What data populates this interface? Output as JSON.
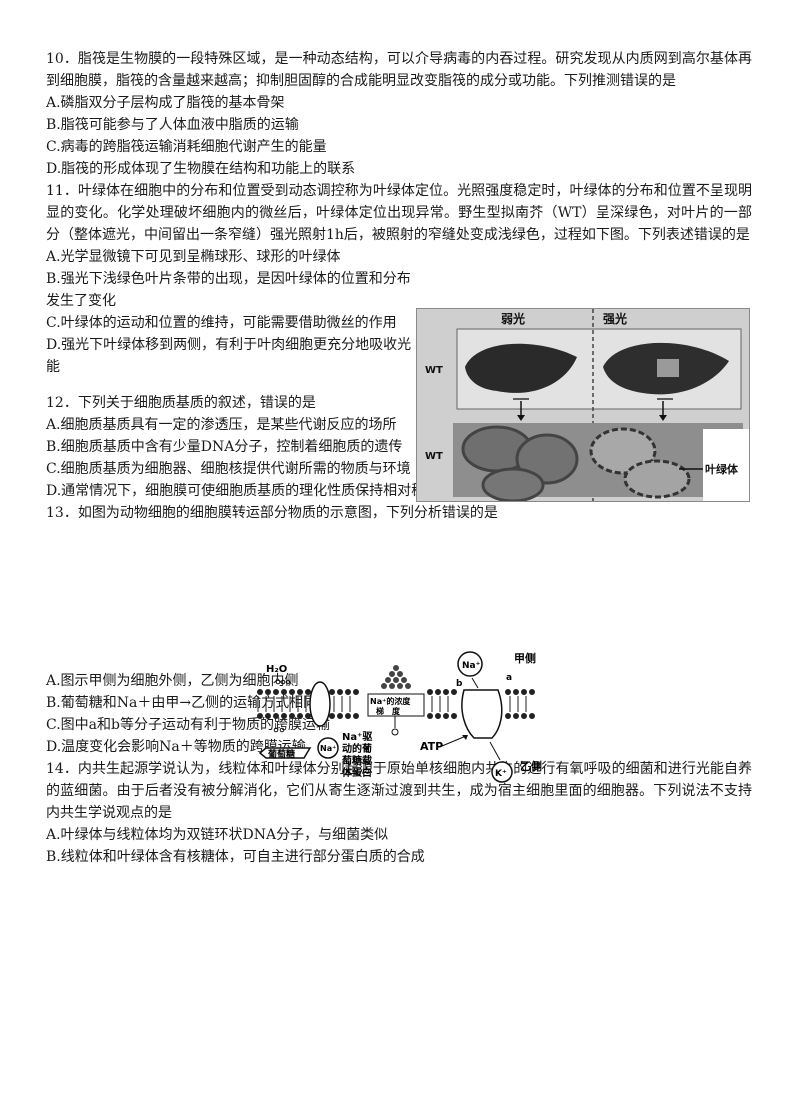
{
  "q10": {
    "stem": "10．脂筏是生物膜的一段特殊区域，是一种动态结构，可以介导病毒的内吞过程。研究发现从内质网到高尔基体再到细胞膜，脂筏的含量越来越高；抑制胆固醇的合成能明显改变脂筏的成分或功能。下列推测错误的是",
    "options": [
      "A.磷脂双分子层构成了脂筏的基本骨架",
      "B.脂筏可能参与了人体血液中脂质的运输",
      "C.病毒的跨脂筏运输消耗细胞代谢产生的能量",
      "D.脂筏的形成体现了生物膜在结构和功能上的联系"
    ]
  },
  "q11": {
    "stem": "11．叶绿体在细胞中的分布和位置受到动态调控称为叶绿体定位。光照强度稳定时，叶绿体的分布和位置不呈现明显的变化。化学处理破坏细胞内的微丝后，叶绿体定位出现异常。野生型拟南芥（WT）呈深绿色，对叶片的一部分（整体遮光，中间留出一条窄缝）强光照射1h后，被照射的窄缝处变成浅绿色，过程如下图。下列表述错误的是",
    "options": [
      "A.光学显微镜下可见到呈椭球形、球形的叶绿体",
      "B.强光下浅绿色叶片条带的出现，是因叶绿体的位置和分布发生了变化",
      "C.叶绿体的运动和位置的维持，可能需要借助微丝的作用",
      "D.强光下叶绿体移到两侧，有利于叶肉细胞更充分地吸收光能"
    ],
    "figure": {
      "weak_light": "弱光",
      "strong_light": "强光",
      "wt_top": "WT",
      "wt_bottom": "WT",
      "chloroplast_label": "叶绿体"
    }
  },
  "q12": {
    "stem": "12．下列关于细胞质基质的叙述，错误的是",
    "options": [
      "A.细胞质基质具有一定的渗透压，是某些代谢反应的场所",
      "B.细胞质基质中含有少量DNA分子，控制着细胞质的遗传",
      "C.细胞质基质为细胞器、细胞核提供代谢所需的物质与环境",
      "D.通常情况下，细胞膜可使细胞质基质的理化性质保持相对稳定"
    ]
  },
  "q13": {
    "stem": "13．如图为动物细胞的细胞膜转运部分物质的示意图，下列分析错误的是",
    "options": [
      "A.图示甲侧为细胞外侧，乙侧为细胞内侧",
      "B.葡萄糖和Na＋由甲→乙侧的运输方式相同",
      "C.图中a和b等分子运动有利于物质的跨膜运输",
      "D.温度变化会影响Na＋等物质的跨膜运输"
    ],
    "figure": {
      "water": "H₂O",
      "na_top": "Na⁺",
      "side_jia": "甲侧",
      "side_yi": "乙侧",
      "label_b": "b",
      "label_a": "a",
      "gradient_line1": "Na⁺的浓度",
      "gradient_line2": "梯　度",
      "glucose": "葡萄糖",
      "na_bottom": "Na⁺",
      "carrier_line1": "Na⁺驱",
      "carrier_line2": "动的葡",
      "carrier_line3": "萄糖载",
      "carrier_line4": "体蛋白",
      "atp": "ATP",
      "k": "K⁺"
    }
  },
  "q14": {
    "stem": "14．内共生起源学说认为，线粒体和叶绿体分别起源于原始单核细胞内共生的进行有氧呼吸的细菌和进行光能自养的蓝细菌。由于后者没有被分解消化，它们从寄生逐渐过渡到共生，成为宿主细胞里面的细胞器。下列说法不支持内共生学说观点的是",
    "options": [
      "A.叶绿体与线粒体均为双链环状DNA分子，与细菌类似",
      "B.线粒体和叶绿体含有核糖体，可自主进行部分蛋白质的合成"
    ]
  }
}
